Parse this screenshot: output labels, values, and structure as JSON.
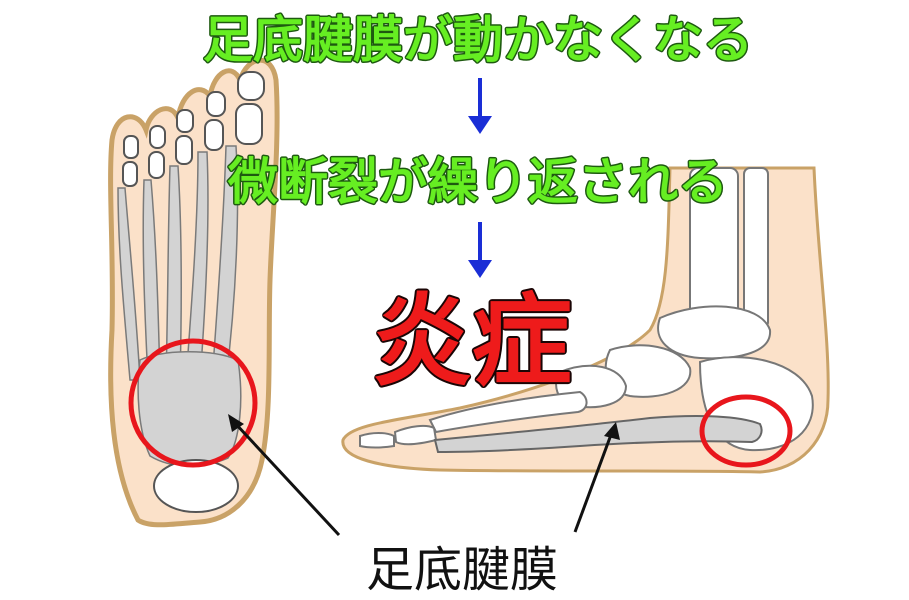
{
  "steps": {
    "step1": "足底腱膜が動かなくなる",
    "step2": "微断裂が繰り返される",
    "step3": "炎症"
  },
  "label": "足底腱膜",
  "colors": {
    "step_text": "#66ee22",
    "step_outline": "#1e5a10",
    "arrow": "#1a2ed6",
    "result_text": "#ee1b1b",
    "result_outline": "#1a0505",
    "circle": "#e8161c",
    "skin": "#fbe1c9",
    "skin_outline": "#c9a267",
    "bone": "#ffffff",
    "fascia": "#d3d3d3"
  },
  "icons": [
    "foot-sole-illustration",
    "foot-side-illustration",
    "arrow-down-icon",
    "pointer-arrow-icon"
  ]
}
